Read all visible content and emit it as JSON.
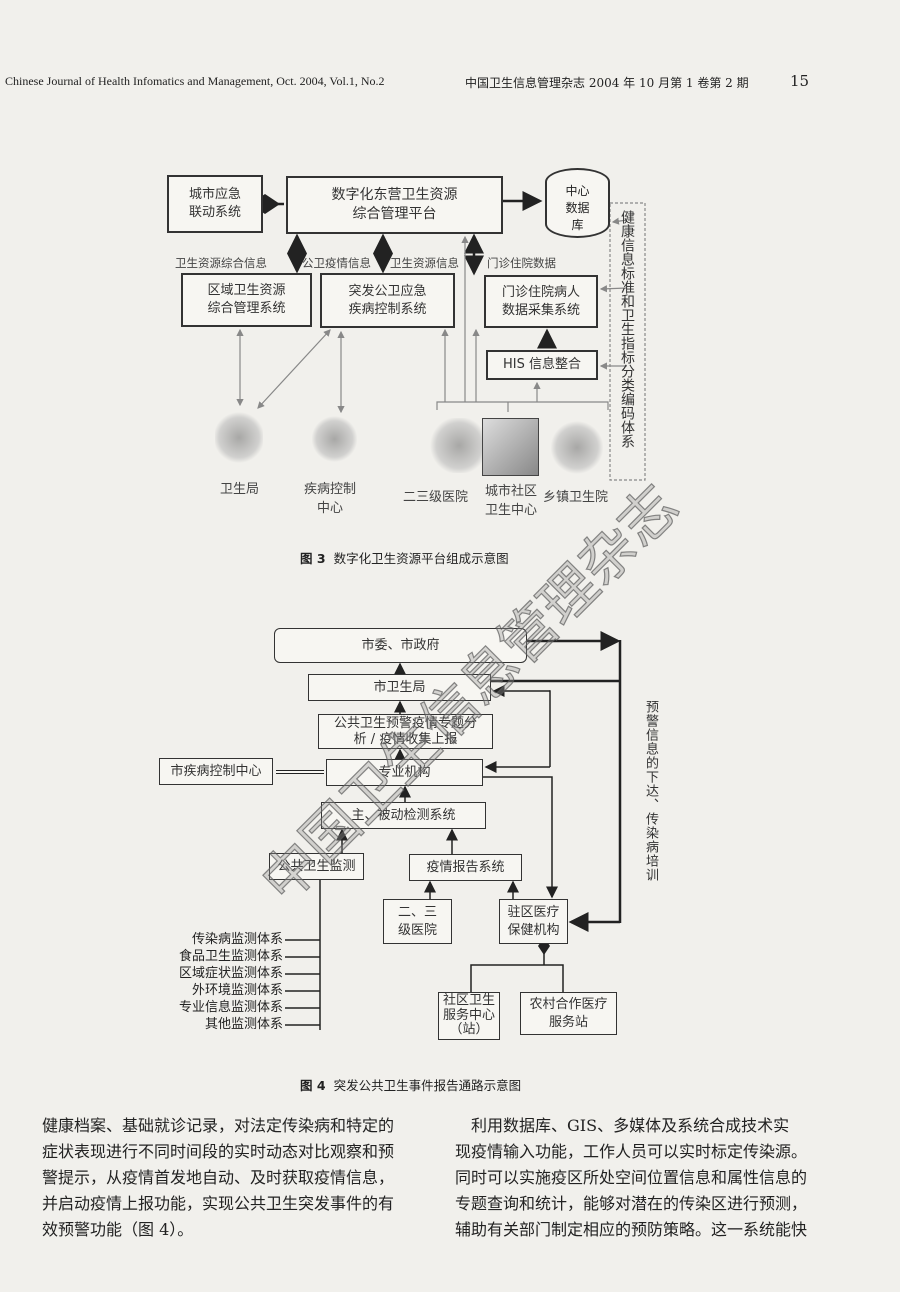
{
  "header": {
    "journal_en": "Chinese Journal of Health Infomatics and Management, Oct. 2004, Vol.1, No.2",
    "journal_cn": "中国卫生信息管理杂志 2004 年 10 月第 1 卷第 2 期",
    "page_number": "15"
  },
  "figure3": {
    "city_emergency": "城市应急联动系统",
    "platform": "数字化东营卫生资源综合管理平台",
    "database": "中心数据库",
    "label_resource_info": "卫生资源综合信息",
    "label_epidemic_info": "公卫疫情信息",
    "label_health_resource_info": "卫生资源信息",
    "label_outpatient_data": "门诊住院数据",
    "regional_system": "区域卫生资源综合管理系统",
    "emergency_system": "突发公卫应急疾病控制系统",
    "patient_system": "门诊住院病人数据采集系统",
    "his": "HIS 信息整合",
    "standards": "健康信息标准和卫生指标分类编码体系",
    "bureau": "卫生局",
    "cdc": "疾病控制中心",
    "hospital": "二三级医院",
    "community": "城市社区卫生中心",
    "township": "乡镇卫生院",
    "caption_num": "图 3",
    "caption": "数字化卫生资源平台组成示意图"
  },
  "figure4": {
    "government": "市委、市政府",
    "health_bureau": "市卫生局",
    "analysis": "公共卫生预警疫情专题分析 / 疫情收集上报",
    "cdc": "市疾病控制中心",
    "agency": "专业机构",
    "detection": "主、被动检测系统",
    "monitoring": "公共卫生监测",
    "report_system": "疫情报告系统",
    "hospitals": "二、三级医院",
    "district_care": "驻区医疗保健机构",
    "community_center": "社区卫生服务中心（站）",
    "rural_station": "农村合作医疗服务站",
    "side_label": "预警信息的下达、传染病培训",
    "systems": [
      "传染病监测体系",
      "食品卫生监测体系",
      "区域症状监测体系",
      "外环境监测体系",
      "专业信息监测体系",
      "其他监测体系"
    ],
    "caption_num": "图 4",
    "caption": "突发公共卫生事件报告通路示意图"
  },
  "body": {
    "left": [
      "健康档案、基础就诊记录，对法定传染病和特定的",
      "症状表现进行不同时间段的实时动态对比观察和预",
      "警提示，从疫情首发地自动、及时获取疫情信息，",
      "并启动疫情上报功能，实现公共卫生突发事件的有",
      "效预警功能（图 4）。"
    ],
    "right": [
      "　利用数据库、GIS、多媒体及系统合成技术实",
      "现疫情输入功能，工作人员可以实时标定传染源。",
      "同时可以实施疫区所处空间位置信息和属性信息的",
      "专题查询和统计，能够对潜在的传染区进行预测，",
      "辅助有关部门制定相应的预防策略。这一系统能快"
    ]
  },
  "watermark": "中国卫生信息管理杂志"
}
